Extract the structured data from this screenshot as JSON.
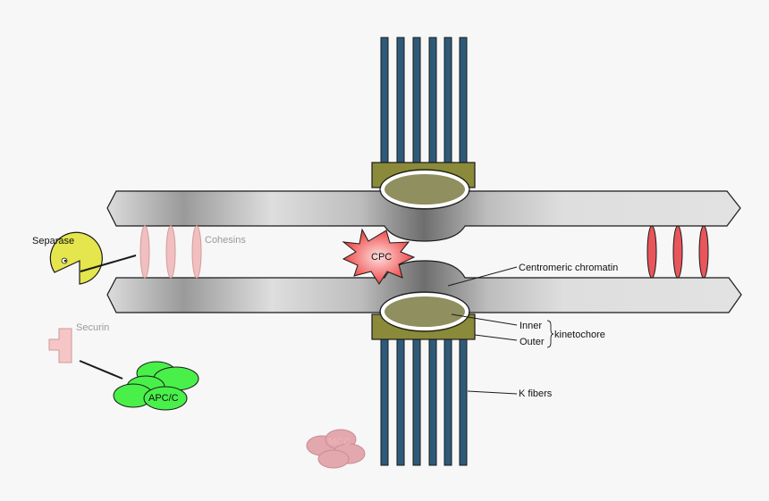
{
  "labels": {
    "separase": "Separase",
    "cohesins": "Cohesins",
    "securin": "Securin",
    "apc_c": "APC/C",
    "cpc": "CPC",
    "mcc": "MCC",
    "centromeric_chromatin": "Centromeric chromatin",
    "inner": "Inner",
    "outer": "Outer",
    "kinetochore": "kinetochore",
    "k_fibers": "K fibers"
  },
  "colors": {
    "background": "#f7f7f7",
    "microtubule": "#2e5a7a",
    "kinetochore_outer": "#8a8a3a",
    "kinetochore_inner": "#8f8f5f",
    "chromatid": "#d8d8d8",
    "cohesin_faded": "#f1bfbf",
    "cohesin_active": "#e8555b",
    "separase": "#e5e54d",
    "securin": "#f6c6c6",
    "apc_c": "#49f04a",
    "cpc": "#f05858",
    "mcc": "#e0a0a6"
  }
}
